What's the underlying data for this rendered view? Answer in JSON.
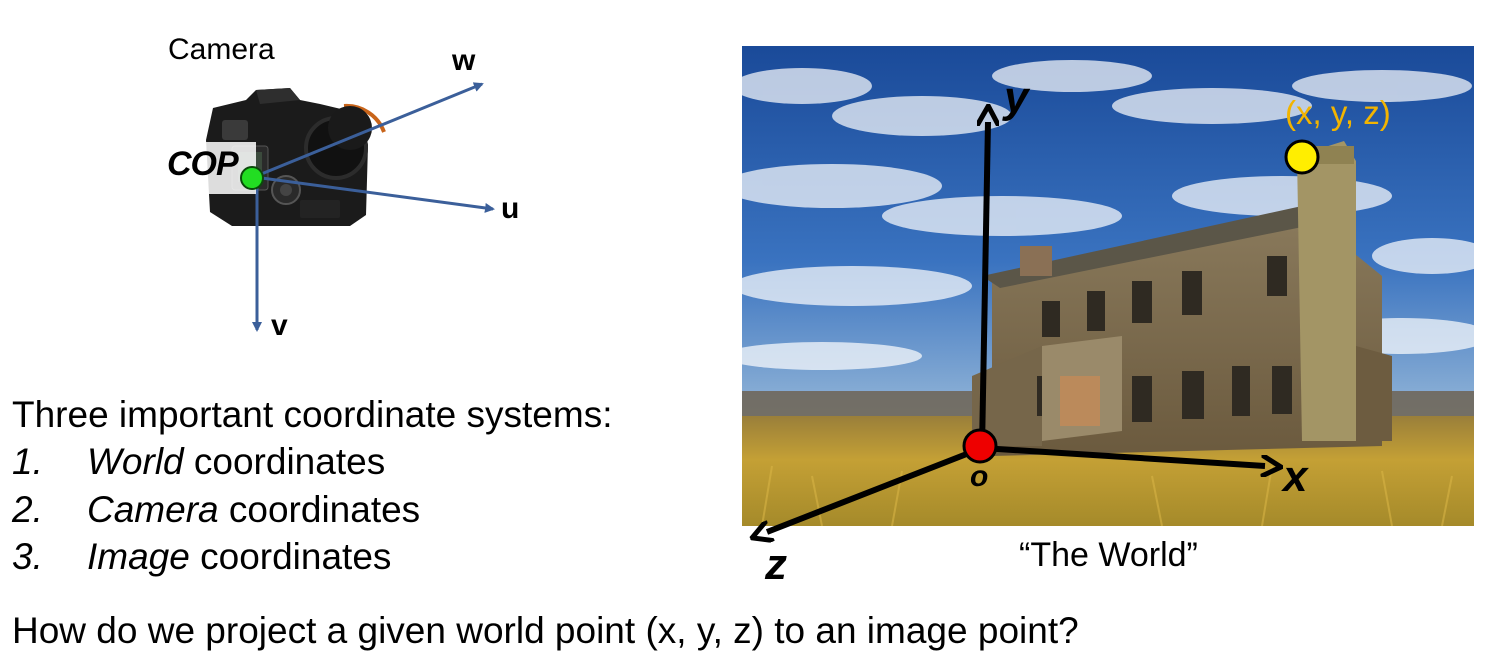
{
  "camera": {
    "title": "Camera",
    "cop_label": "COP",
    "axes": {
      "w": "w",
      "u": "u",
      "v": "v"
    }
  },
  "systems": {
    "heading": "Three important coordinate systems:",
    "items": [
      {
        "number": "1.",
        "emph": "World",
        "rest": " coordinates"
      },
      {
        "number": "2.",
        "emph": "Camera",
        "rest": " coordinates"
      },
      {
        "number": "3.",
        "emph": "Image",
        "rest": " coordinates"
      }
    ]
  },
  "world": {
    "caption": "“The World”",
    "axes": {
      "x": "x",
      "y": "y",
      "z": "z"
    },
    "origin_label": "o",
    "point_label": "(x, y, z)"
  },
  "question": "How do we project a given world point (x, y, z) to an image point?",
  "colors": {
    "camera_axes": "#3b5f9a",
    "cop_dot": "#22dd22",
    "origin_dot": "#ee0000",
    "point_dot": "#ffee00",
    "point_label": "#f2b400",
    "sky_top": "#1d4f9e",
    "grass": "#b89a30"
  }
}
